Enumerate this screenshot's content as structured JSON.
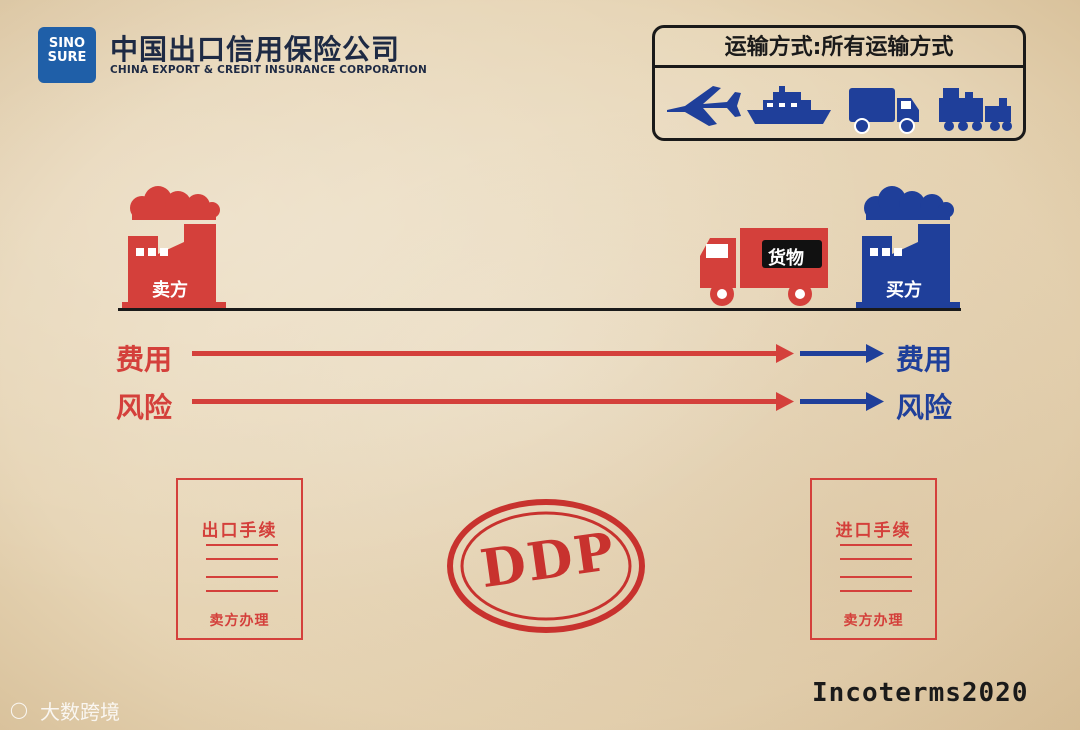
{
  "header": {
    "logo_top": "SINO",
    "logo_bottom": "SURE",
    "company_cn": "中国出口信用保险公司",
    "company_en": "CHINA EXPORT & CREDIT INSURANCE CORPORATION"
  },
  "transport": {
    "title": "运输方式:所有运输方式",
    "icons": [
      "airplane-icon",
      "ship-icon",
      "truck-icon",
      "train-icon"
    ]
  },
  "parties": {
    "seller": "卖方",
    "buyer": "买方",
    "goods": "货物"
  },
  "rows": {
    "cost_left": "费用",
    "risk_left": "风险",
    "cost_right": "费用",
    "risk_right": "风险"
  },
  "docs": {
    "export_title": "出口手续",
    "export_sign": "卖方办理",
    "import_title": "进口手续",
    "import_sign": "卖方办理"
  },
  "stamp": "DDP",
  "footer": {
    "incoterms": "Incoterms2020",
    "watermark": "大数跨境"
  },
  "colors": {
    "seller_red": "#d4403b",
    "buyer_blue": "#1f3f9a",
    "background": "#e6d4b4"
  }
}
